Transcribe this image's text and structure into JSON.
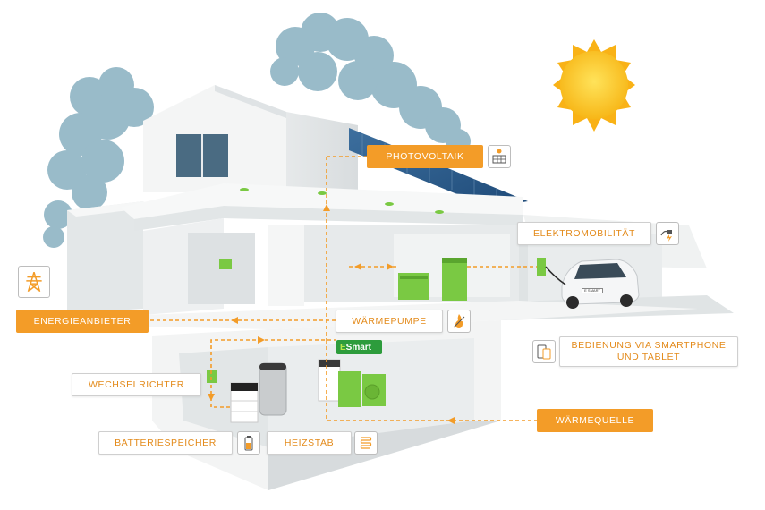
{
  "labels": {
    "photovoltaik": "PHOTOVOLTAIK",
    "elektromobilitaet": "ELEKTROMOBILITÄT",
    "energieanbieter": "ENERGIEANBIETER",
    "waermepumpe": "WÄRMEPUMPE",
    "smartphone_line1": "BEDIENUNG VIA SMARTPHONE",
    "smartphone_line2": "UND TABLET",
    "wechselrichter": "WECHSELRICHTER",
    "waermequelle": "WÄRMEQUELLE",
    "batteriespeicher": "BATTERIESPEICHER",
    "heizstab": "HEIZSTAB"
  },
  "logo": {
    "prefix": "E",
    "suffix": "Smart"
  },
  "car_plate": "E SMART",
  "icons": {
    "photovoltaik": "solar-panel-icon",
    "elektromobilitaet": "ev-plug-icon",
    "energieanbieter": "power-pylon-icon",
    "waermepumpe": "heat-flame-icon",
    "smartphone": "smartphone-tablet-icon",
    "batteriespeicher": "battery-icon",
    "heizstab": "heating-coil-icon"
  },
  "colors": {
    "accent_orange": "#f39c28",
    "label_text_orange": "#e38a1a",
    "appliance_green": "#7ac943",
    "esmart_green": "#2d9c3c",
    "sun_yellow": "#fbc02d",
    "foliage_blue": "#8fb4c4",
    "house_white": "#f2f4f4"
  }
}
